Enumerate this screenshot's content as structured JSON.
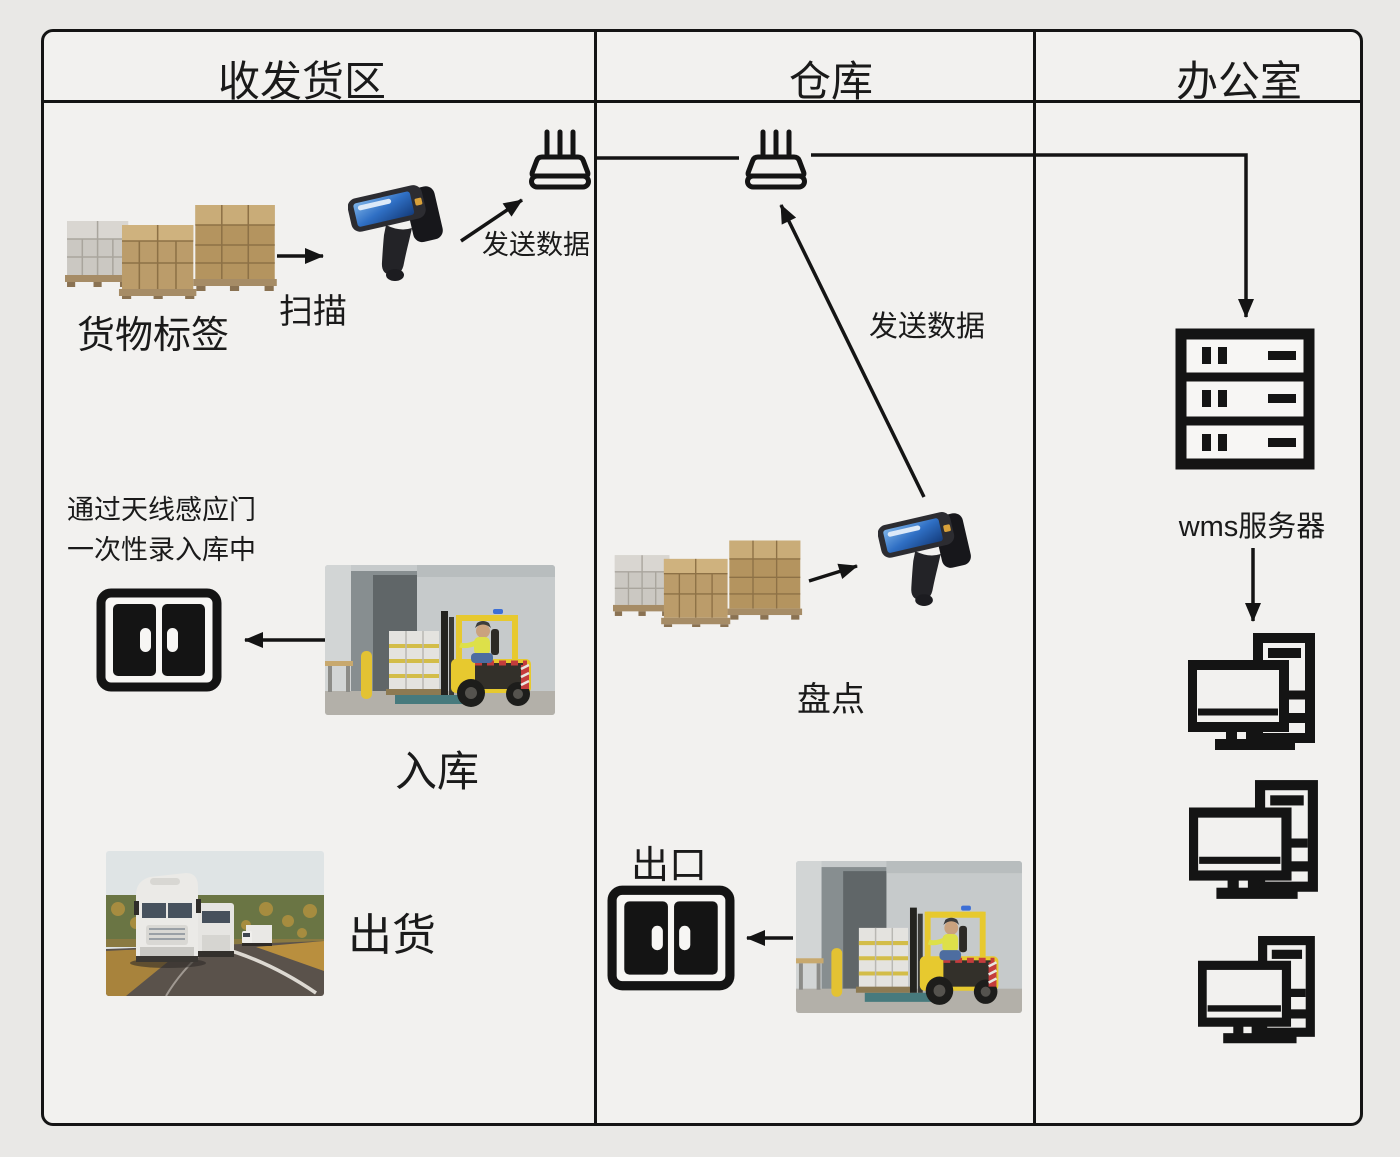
{
  "colors": {
    "page_background": "#e9e8e6",
    "panel_background": "#f2f1ef",
    "line_color": "#141414",
    "forklift_yellow": "#e7c92f",
    "hazard_red": "#c43c3c",
    "scanner_screen_blue": "#2f6fc4",
    "dock_mat_teal": "#477a7d"
  },
  "header": {
    "columns": [
      {
        "label": "收发货区"
      },
      {
        "label": "仓库"
      },
      {
        "label": "办公室"
      }
    ]
  },
  "shipping_area": {
    "cargo_tags_label": "货物标签",
    "scan_label": "扫描",
    "send_data_label": "发送数据",
    "antenna_note_line1": "通过天线感应门",
    "antenna_note_line2": "一次性录入库中",
    "inbound_label": "入库",
    "outbound_label": "出货"
  },
  "warehouse": {
    "send_data_label": "发送数据",
    "stocktake_label": "盘点",
    "exit_label": "出口"
  },
  "office": {
    "server_label": "wms服务器"
  },
  "icons": {
    "wifi-router-icon": "trapezoid router with 3 antennas",
    "server-rack-icon": "3-bay rack, 2 squares + dash per bay",
    "double-door-icon": "black double door with pill handles",
    "desktop-computer-icon": "monitor with tower",
    "rfid-scanner-illustration": "handheld pistol-grip RFID reader",
    "pallet-stack-illustration": "three box pallets",
    "forklift-photo": "yellow forklift loading pallet at dock",
    "trucks-photo": "white semi trucks on highway"
  }
}
